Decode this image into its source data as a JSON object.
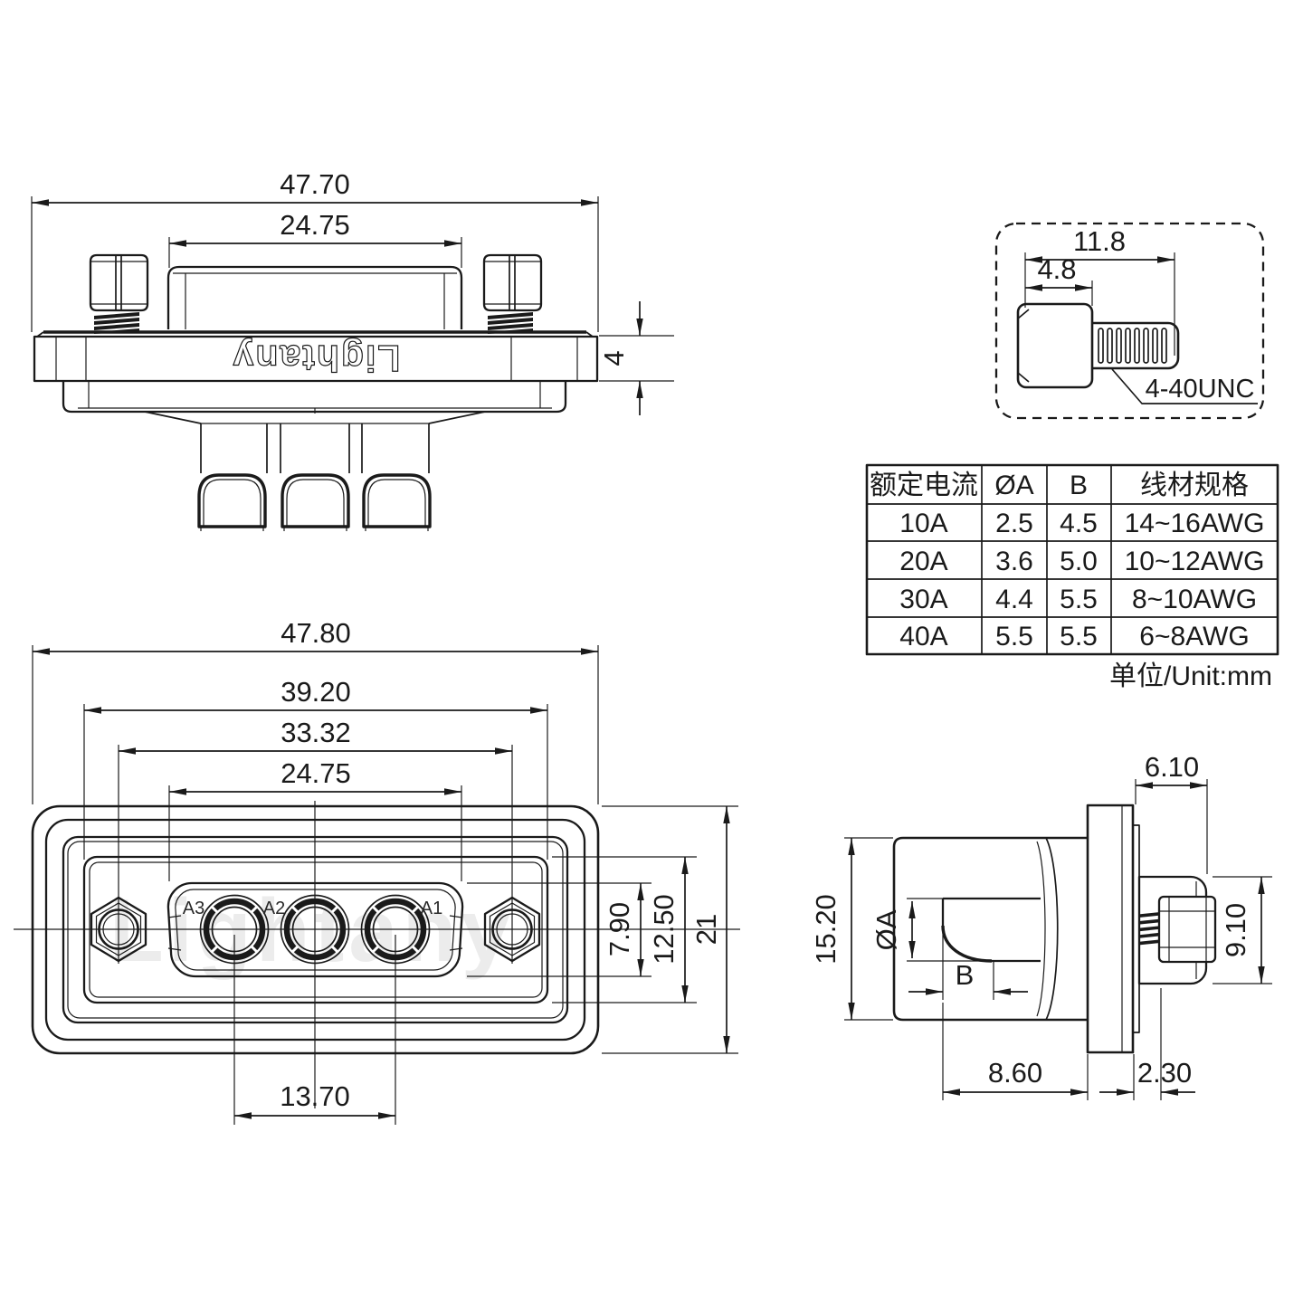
{
  "brand": "Lightany",
  "unit_note": "单位/Unit:mm",
  "rear_view": {
    "dim_overall_width": "47.70",
    "dim_insert_width": "24.75",
    "dim_flange_thickness": "4"
  },
  "screw_detail": {
    "dim_overall_length": "11.8",
    "dim_head_length": "4.8",
    "thread_spec": "4-40UNC"
  },
  "spec_table": {
    "headers": [
      "额定电流",
      "ØA",
      "B",
      "线材规格"
    ],
    "rows": [
      [
        "10A",
        "2.5",
        "4.5",
        "14~16AWG"
      ],
      [
        "20A",
        "3.6",
        "5.0",
        "10~12AWG"
      ],
      [
        "30A",
        "4.4",
        "5.5",
        "8~10AWG"
      ],
      [
        "40A",
        "5.5",
        "5.5",
        "6~8AWG"
      ]
    ]
  },
  "front_view": {
    "dim_overall_width": "47.80",
    "dim_recess_width": "39.20",
    "dim_mount_spacing": "33.32",
    "dim_insert_width": "24.75",
    "dim_pin_spacing": "13.70",
    "dim_insert_height": "7.90",
    "dim_recess_height": "12.50",
    "dim_overall_height": "21",
    "pins": [
      "A3",
      "A2",
      "A1"
    ],
    "watermark": "Lightany"
  },
  "side_view": {
    "dim_front_depth": "6.10",
    "dim_body_height": "15.20",
    "dim_bore_dia": "ØA",
    "dim_bore_depth": "B",
    "dim_screw_height": "9.10",
    "dim_body_depth": "8.60",
    "dim_gap": "2.30"
  }
}
